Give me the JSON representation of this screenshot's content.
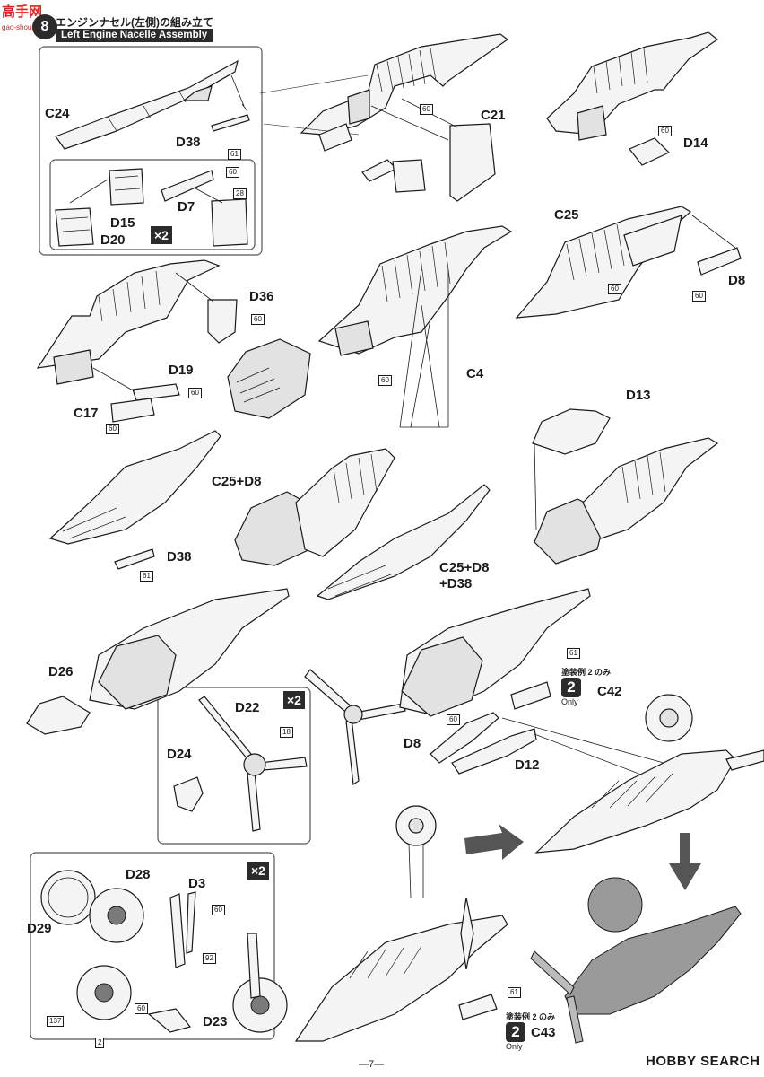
{
  "header": {
    "step_number": "8",
    "title_jp": "エンジンナセル(左側)の組み立て",
    "title_en": "Left Engine Nacelle Assembly"
  },
  "watermark": {
    "logo": "高手网",
    "url": "gao-shou.com"
  },
  "parts": {
    "c24": "C24",
    "d38_a": "D38",
    "d15": "D15",
    "d20": "D20",
    "d7": "D7",
    "c21": "C21",
    "d14": "D14",
    "c25_a": "C25",
    "d8_a": "D8",
    "d36": "D36",
    "d19": "D19",
    "c17": "C17",
    "c4": "C4",
    "d13": "D13",
    "c25d8": "C25+D8",
    "d38_b": "D38",
    "c25d8d38_l1": "C25+D8",
    "c25d8d38_l2": "+D38",
    "d26": "D26",
    "d22": "D22",
    "d24": "D24",
    "c42": "C42",
    "d8_b": "D8",
    "d12": "D12",
    "d28": "D28",
    "d3": "D3",
    "d29": "D29",
    "d23": "D23",
    "c43": "C43"
  },
  "paint_codes": {
    "p61_a": "61",
    "p60_a": "60",
    "p28": "28",
    "p60_b": "60",
    "p60_c": "60",
    "p60_d": "60",
    "p60_e": "60",
    "p60_f": "60",
    "p60_g": "60",
    "p60_h": "60",
    "p60_i": "60",
    "p61_b": "61",
    "p61_c": "61",
    "p18": "18",
    "p60_j": "60",
    "p60_k": "60",
    "p92": "92",
    "p137": "137",
    "p2": "2",
    "p60_l": "60",
    "p61_d": "61"
  },
  "multipliers": {
    "x2_a": "×2",
    "x2_b": "×2",
    "x2_c": "×2"
  },
  "only_notes": {
    "c42_jp": "塗装例 2 のみ",
    "c42_num": "2",
    "c42_en": "Only",
    "c43_jp": "塗装例 2 のみ",
    "c43_num": "2",
    "c43_en": "Only"
  },
  "footer": {
    "page": "—7—",
    "logo": "HOBBY SEARCH"
  }
}
